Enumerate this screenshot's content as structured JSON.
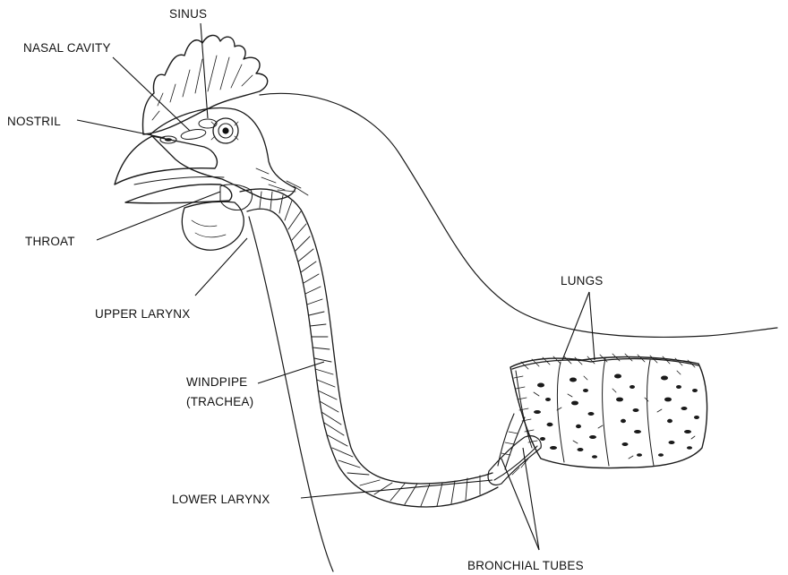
{
  "labels": {
    "sinus": "SINUS",
    "nasal_cavity": "NASAL CAVITY",
    "nostril": "NOSTRIL",
    "throat": "THROAT",
    "upper_larynx": "UPPER LARYNX",
    "windpipe_line1": "WINDPIPE",
    "windpipe_line2": "(TRACHEA)",
    "lower_larynx": "LOWER LARYNX",
    "lungs": "LUNGS",
    "bronchial_tubes": "BRONCHIAL TUBES"
  }
}
